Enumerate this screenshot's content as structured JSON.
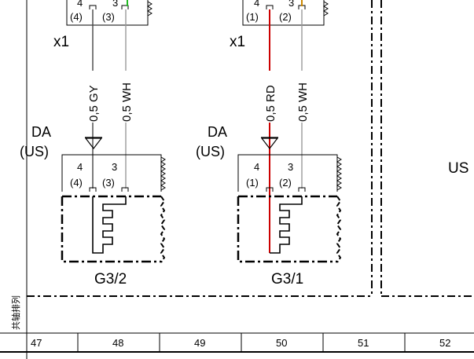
{
  "connectors": {
    "left_top": {
      "label": "x1",
      "pins": [
        "4",
        "3"
      ],
      "pin_ids": [
        "(4)",
        "(3)"
      ]
    },
    "right_top": {
      "label": "x1",
      "pins": [
        "4",
        "3"
      ],
      "pin_ids": [
        "(1)",
        "(2)"
      ]
    },
    "left_bottom": {
      "pins": [
        "4",
        "3"
      ],
      "pin_ids": [
        "(4)",
        "(3)"
      ]
    },
    "right_bottom": {
      "pins": [
        "4",
        "3"
      ],
      "pin_ids": [
        "(1)",
        "(2)"
      ]
    }
  },
  "wires": {
    "left_a": {
      "label": "0,5 GY",
      "color": "#444444"
    },
    "left_b": {
      "label": "0,5 WH",
      "color": "#999999"
    },
    "right_a": {
      "label": "0,5 RD",
      "color": "#cc0000"
    },
    "right_b": {
      "label": "0,5 WH",
      "color": "#999999"
    },
    "top_left_stub_color": "#22bb22",
    "top_right_stub_color": "#cc8800"
  },
  "variant": {
    "left": {
      "line1": "DA",
      "line2": "(US)"
    },
    "right": {
      "line1": "DA",
      "line2": "(US)"
    },
    "region": "US"
  },
  "components": {
    "left": {
      "ref": "G3/2"
    },
    "right": {
      "ref": "G3/1"
    }
  },
  "margin_stamp": "共轴排列",
  "ruler": {
    "cells": [
      "47",
      "48",
      "49",
      "50",
      "51",
      "52"
    ]
  }
}
